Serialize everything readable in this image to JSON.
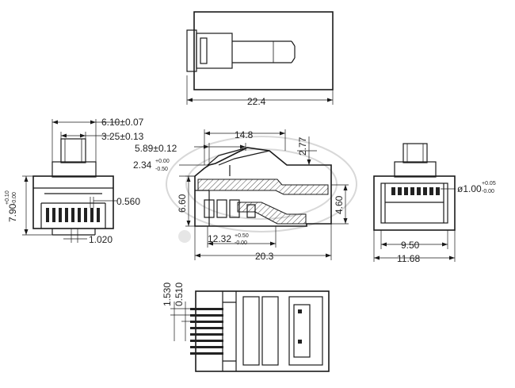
{
  "top_view": {
    "width_label": "22.4"
  },
  "left_view": {
    "width_label": "6.10±0.07",
    "tab_width_label": "3.25±0.13",
    "height_label": "7.90",
    "height_tol_upper": "+0.10",
    "height_tol_lower": "-0.00",
    "pin_label": "0.560",
    "pitch_label": "1.020"
  },
  "side_view": {
    "length_top_label": "14.8",
    "latch_label": "5.89±0.12",
    "latch_height_label": "2.34",
    "latch_height_tol_upper": "+0.00",
    "latch_height_tol_lower": "-0.50",
    "height_right_label": "2.77",
    "body_height_label": "4.60",
    "left_height_label": "6.60",
    "inner_length_label": "12.32",
    "inner_length_tol_upper": "+0.50",
    "inner_length_tol_lower": "-0.00",
    "total_length_label": "20.3"
  },
  "right_view": {
    "hole_label": "ø1.00",
    "hole_tol_upper": "+0.05",
    "hole_tol_lower": "-0.00",
    "inner_width_label": "9.50",
    "outer_width_label": "11.68"
  },
  "bottom_view": {
    "pitch_a_label": "1.530",
    "pitch_b_label": "0.510"
  }
}
